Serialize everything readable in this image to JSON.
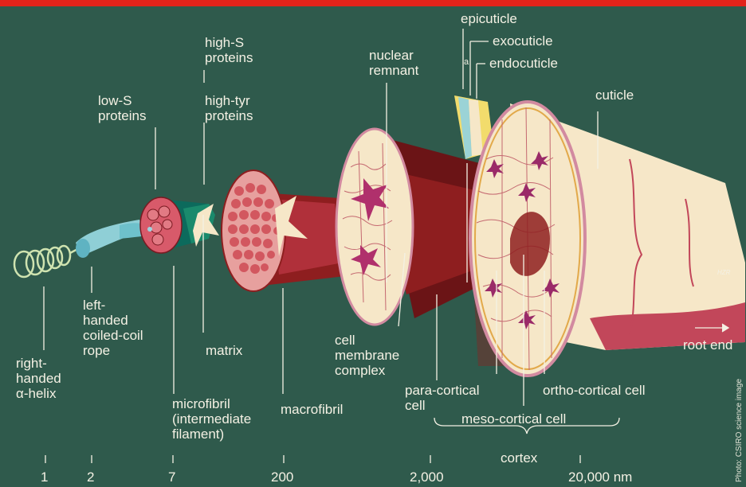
{
  "labels": {
    "right_handed": "right-\nhanded\nα-helix",
    "left_handed": "left-\nhanded\ncoiled-coil\nrope",
    "low_s": "low-S\nproteins",
    "high_s": "high-S\nproteins",
    "high_tyr": "high-tyr\nproteins",
    "matrix": "matrix",
    "microfibril": "microfibril\n(intermediate\nfilament)",
    "macrofibril": "macrofibril",
    "nuclear_remnant": "nuclear\nremnant",
    "cell_membrane": "cell\nmembrane\ncomplex",
    "para_cortical": "para-cortical\ncell",
    "meso_cortical": "meso-cortical cell",
    "ortho_cortical": "ortho-cortical cell",
    "epicuticle": "epicuticle",
    "exocuticle": "exocuticle",
    "endocuticle": "endocuticle",
    "a_marker": "a",
    "cuticle": "cuticle",
    "root_end": "root end",
    "cortex": "cortex"
  },
  "scale": {
    "ticks": [
      "1",
      "2",
      "7",
      "200",
      "2,000",
      "20,000 nm"
    ]
  },
  "signature": "HZR",
  "credit": "Photo: CSIRO science image",
  "colors": {
    "background": "#2f5a4c",
    "top_bar": "#e2231a",
    "label_text": "#f4f1e4",
    "fibre_red": "#8e1e1f",
    "cell_cream": "#f6e7c8",
    "pink": "#e7a09e"
  }
}
